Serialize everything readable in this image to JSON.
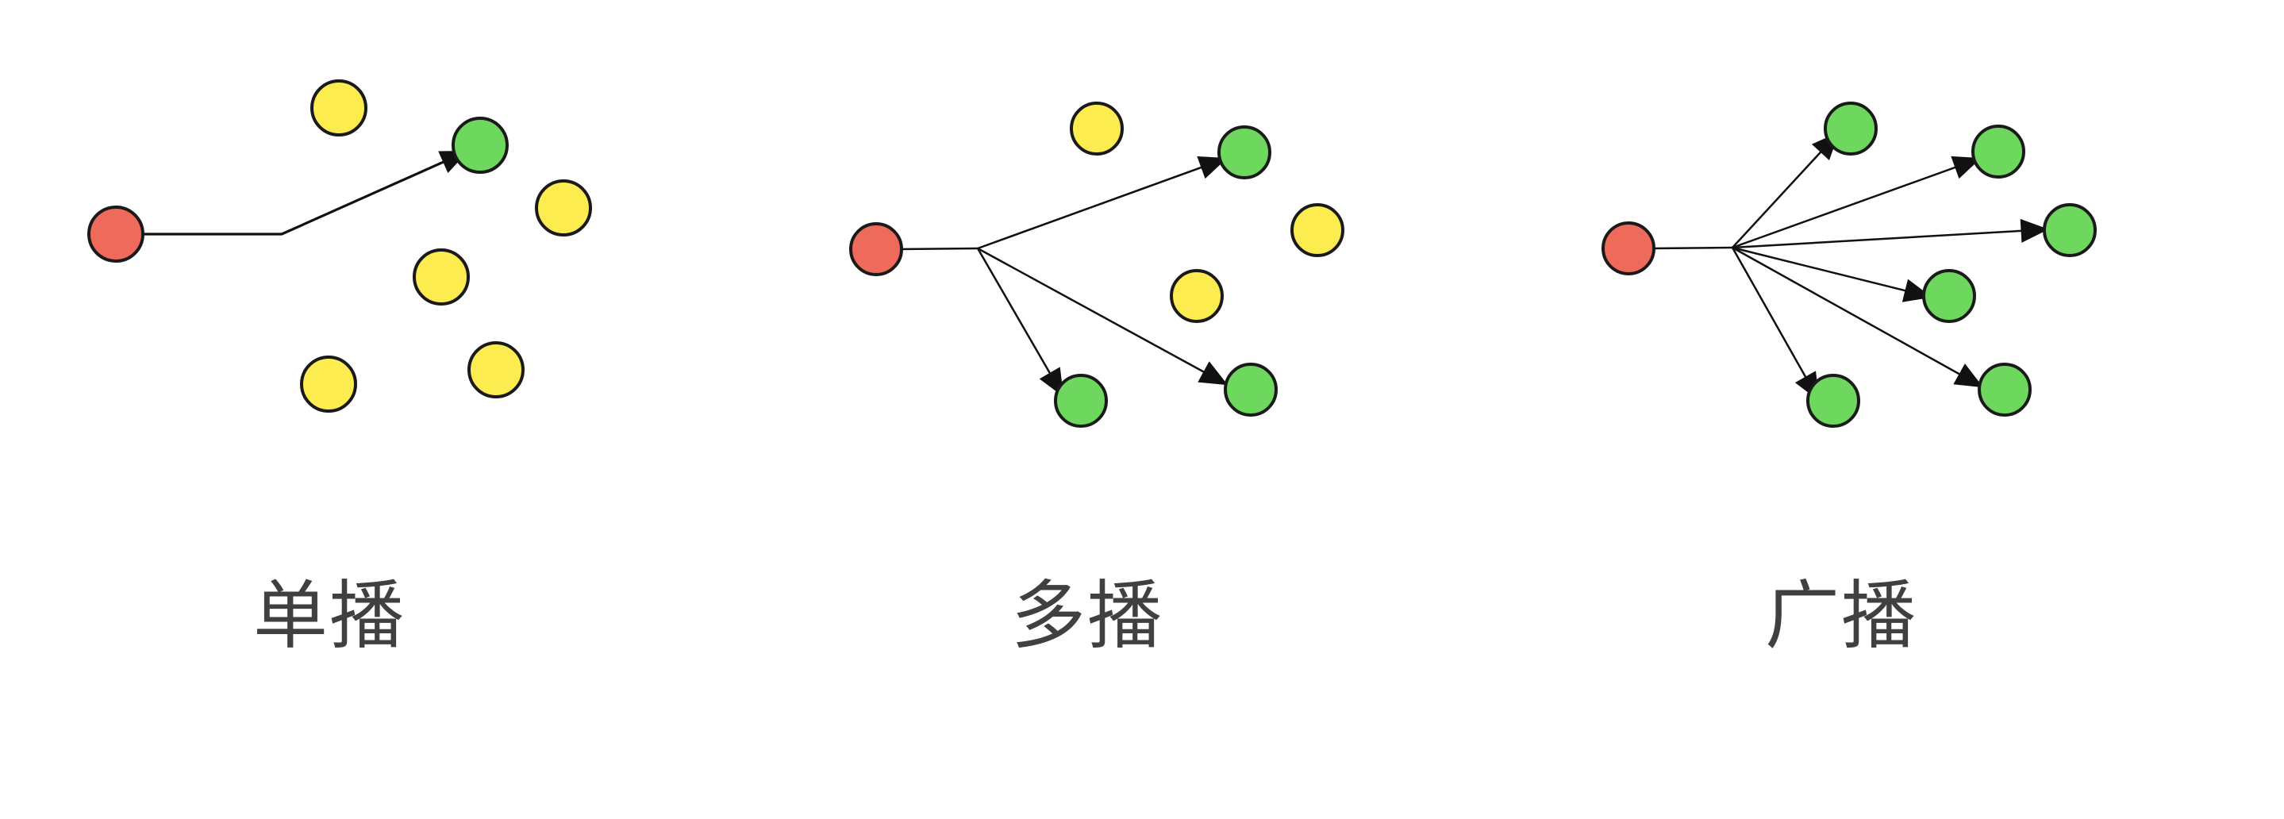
{
  "colors": {
    "sender": "#ee6a5b",
    "receiver": "#6ed85e",
    "non_receiver": "#fcec50",
    "link": "#111111",
    "label_text": "#404040",
    "background": "#ffffff"
  },
  "panels": [
    {
      "id": "unicast",
      "label": "单播"
    },
    {
      "id": "multicast",
      "label": "多播"
    },
    {
      "id": "broadcast",
      "label": "广播"
    }
  ]
}
